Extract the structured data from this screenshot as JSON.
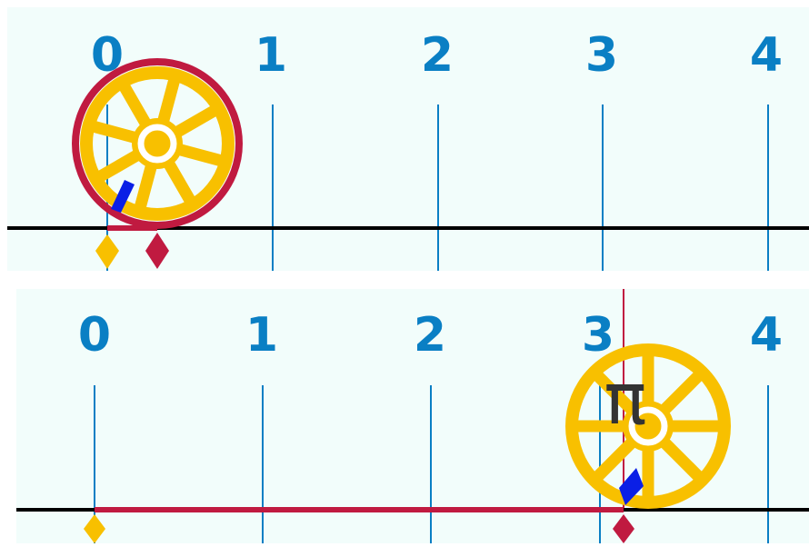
{
  "colors": {
    "panel_background": "#f2fdfb",
    "tick_and_label": "#0a7fc4",
    "baseline": "#000000",
    "wheel_yellow": "#f8c000",
    "wheel_rim_red": "#c01a40",
    "unrolled_red": "#c01a40",
    "contact_marker_blue": "#0a1fe6",
    "pi_symbol": "#333333"
  },
  "icons": {
    "wheel": "spoked-wheel-icon",
    "start_marker": "yellow-diamond-icon",
    "end_marker": "red-diamond-icon",
    "contact_marker": "blue-diamond-icon"
  },
  "number_line": {
    "tick_labels": [
      "0",
      "1",
      "2",
      "3",
      "4"
    ],
    "tick_values": [
      0,
      1,
      2,
      3,
      4
    ]
  },
  "panels": [
    {
      "id": "start",
      "unrolled_distance": 0.3,
      "wheel_center_value": 0.3,
      "rim_wrapped": true,
      "show_pi": false
    },
    {
      "id": "end",
      "unrolled_distance": 3.14159,
      "wheel_center_value": 3.14159,
      "rim_wrapped": false,
      "show_pi": true,
      "pi_symbol": "π"
    }
  ]
}
